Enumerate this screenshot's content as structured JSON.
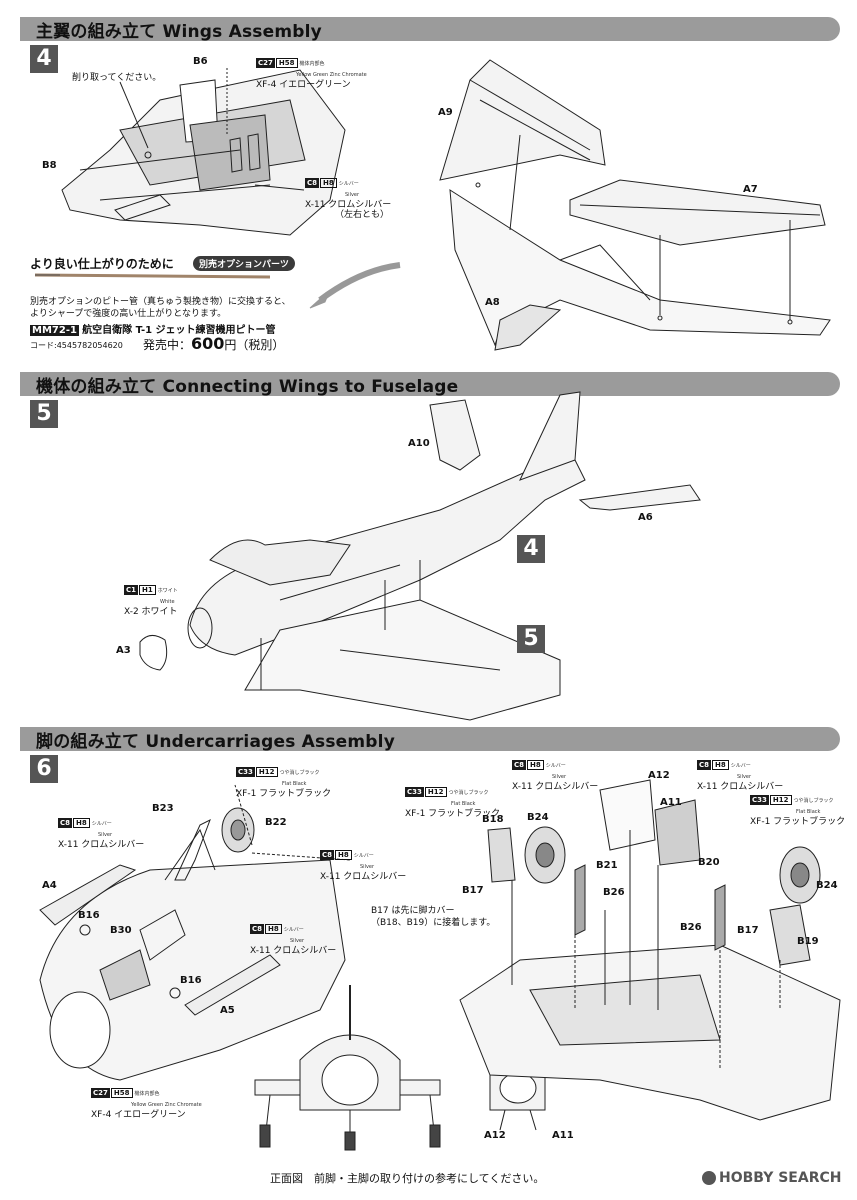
{
  "sections": [
    {
      "title": "主翼の組み立て Wings Assembly",
      "step": "4"
    },
    {
      "title": "機体の組み立て Connecting Wings to Fuselage",
      "step": "5"
    },
    {
      "title": "脚の組み立て Undercarriages Assembly",
      "step": "6"
    }
  ],
  "step4": {
    "cut_note": "削り取ってください。",
    "parts": {
      "b6": "B6",
      "b8": "B8",
      "a9": "A9",
      "a7": "A7",
      "a8": "A8"
    },
    "paint_c27": {
      "code1": "C27",
      "code2": "H58",
      "jp": "機体内部色",
      "en": "Yellow Green Zinc Chromate",
      "name": "XF-4 イエローグリーン"
    },
    "paint_c8": {
      "code1": "C8",
      "code2": "H8",
      "jp": "シルバー",
      "en": "Silver",
      "name": "X-11 クロムシルバー",
      "note": "（左右とも）"
    },
    "option": {
      "heading": "より良い仕上がりのために",
      "badge": "別売オプションパーツ",
      "text1": "別売オプションのピトー管（真ちゅう製挽き物）に交換すると、",
      "text2": "よりシャープで強度の高い仕上がりとなります。",
      "product_code": "MM72-1",
      "product_name": "航空自衛隊 T-1 ジェット練習機用ピトー管",
      "jan": "コード:4545782054620",
      "price_prefix": "発売中：",
      "price": "600",
      "price_suffix": "円（税別）"
    }
  },
  "step5": {
    "parts": {
      "a10": "A10",
      "a6": "A6",
      "a3": "A3"
    },
    "paint_c1": {
      "code1": "C1",
      "code2": "H1",
      "jp": "ホワイト",
      "en": "White",
      "name": "X-2 ホワイト"
    },
    "ref4": "4",
    "ref5": "5"
  },
  "step6": {
    "parts": {
      "b23": "B23",
      "b22": "B22",
      "a4": "A4",
      "b16a": "B16",
      "b30": "B30",
      "b16b": "B16",
      "a5": "A5",
      "b18": "B18",
      "b24a": "B24",
      "b21": "B21",
      "b17a": "B17",
      "b26a": "B26",
      "a12": "A12",
      "a11": "A11",
      "b20": "B20",
      "b24b": "B24",
      "b26b": "B26",
      "b17b": "B17",
      "b19": "B19",
      "a12b": "A12",
      "a11b": "A11"
    },
    "paint_c33a": {
      "code1": "C33",
      "code2": "H12",
      "jp": "つや消しブラック",
      "en": "Flat Black",
      "name": "XF-1 フラットブラック"
    },
    "paint_c8a": {
      "code1": "C8",
      "code2": "H8",
      "jp": "シルバー",
      "en": "Silver",
      "name": "X-11 クロムシルバー"
    },
    "paint_c8b": {
      "code1": "C8",
      "code2": "H8",
      "jp": "シルバー",
      "en": "Silver",
      "name": "X-11 クロムシルバー"
    },
    "paint_c8c": {
      "code1": "C8",
      "code2": "H8",
      "jp": "シルバー",
      "en": "Silver",
      "name": "X-11 クロムシルバー"
    },
    "paint_c33b": {
      "code1": "C33",
      "code2": "H12",
      "jp": "つや消しブラック",
      "en": "Flat Black",
      "name": "XF-1 フラットブラック"
    },
    "paint_c8d": {
      "code1": "C8",
      "code2": "H8",
      "jp": "シルバー",
      "en": "Silver",
      "name": "X-11 クロムシルバー"
    },
    "paint_c8e": {
      "code1": "C8",
      "code2": "H8",
      "jp": "シルバー",
      "en": "Silver",
      "name": "X-11 クロムシルバー"
    },
    "paint_c33c": {
      "code1": "C33",
      "code2": "H12",
      "jp": "つや消しブラック",
      "en": "Flat Black",
      "name": "XF-1 フラットブラック"
    },
    "paint_c27": {
      "code1": "C27",
      "code2": "H58",
      "jp": "機体内部色",
      "en": "Yellow Green Zinc Chromate",
      "name": "XF-4 イエローグリーン"
    },
    "b17_note1": "B17 は先に脚カバー",
    "b17_note2": "（B18、B19）に接着します。",
    "front_view_note": "正面図　前脚・主脚の取り付けの参考にしてください。"
  },
  "watermark": "HOBBY SEARCH"
}
